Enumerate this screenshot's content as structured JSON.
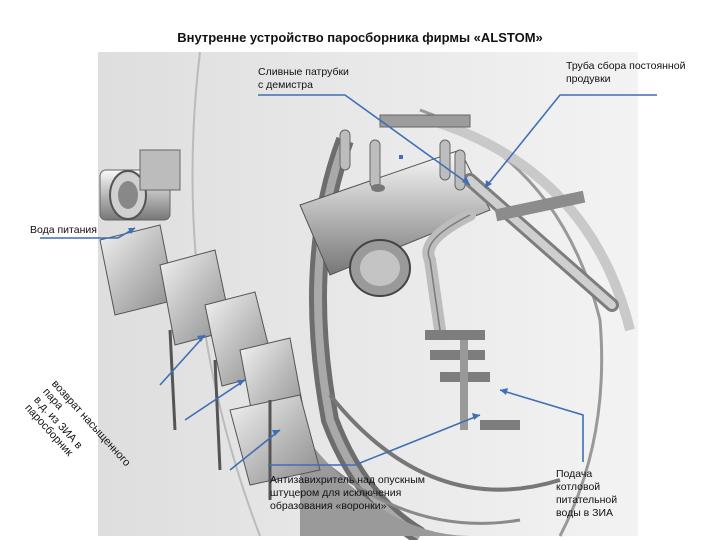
{
  "title": "Внутренне устройство паросборника фирмы «ALSTOM»",
  "labels": {
    "drain_pipes": "Сливные патрубки\nс демистра",
    "blowdown_pipe": "Труба сбора постоянной\nпродувки",
    "feed_water": "Вода питания",
    "steam_return": "возврат насыщенного пара\nв.д. из ЗИА в паросборник",
    "anti_vortex": "Антизавихритель над опускным\nштуцером для исключения\nобразования «воронки»",
    "boiler_feed": "Подача\nкотловой\nпитательной\nводы в ЗИА"
  },
  "colors": {
    "arrow": "#3f6fb6",
    "metal_light": "#e8e8e8",
    "metal_mid": "#c8c8c8",
    "metal_dark": "#8f8f8f",
    "outline": "#5a5a5a"
  }
}
